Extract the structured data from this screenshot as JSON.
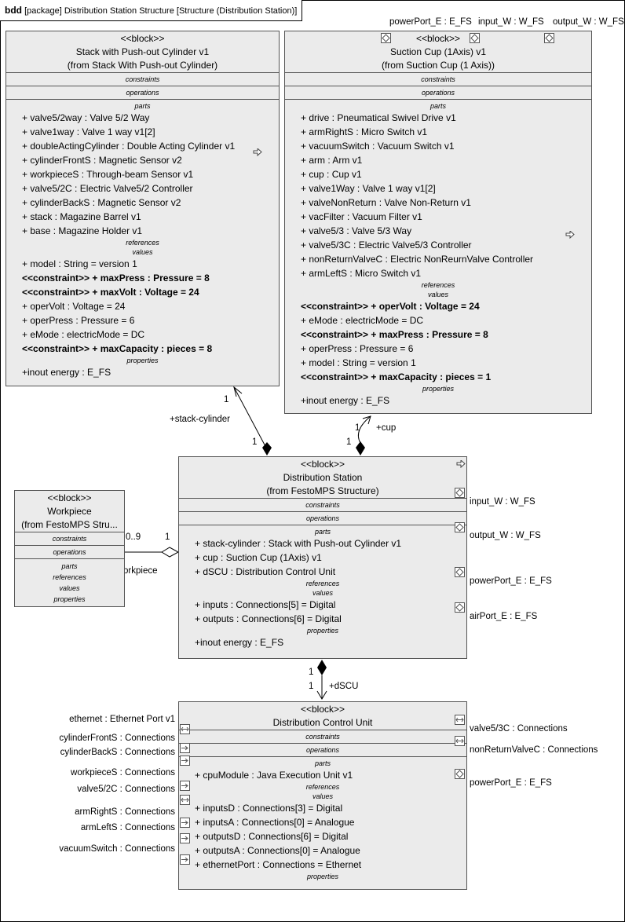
{
  "frame": {
    "kind": "bdd",
    "title": "[package] Distribution Station Structure [Structure (Distribution Station)]"
  },
  "labels": {
    "stereotype": "<<block>>",
    "constraints": "constraints",
    "operations": "operations",
    "parts": "parts",
    "references": "references",
    "values": "values",
    "properties": "properties"
  },
  "top_ports": {
    "power": "powerPort_E : E_FS",
    "input": "input_W : W_FS",
    "output": "output_W : W_FS"
  },
  "stack": {
    "name": "Stack with Push-out Cylinder v1",
    "from": "(from Stack With Push-out Cylinder)",
    "parts": [
      "+ valve5/2way : Valve 5/2 Way",
      "+ valve1way : Valve 1 way v1[2]",
      "+ doubleActingCylinder : Double Acting Cylinder v1",
      "+ cylinderFrontS : Magnetic Sensor v2",
      "+ workpieceS : Through-beam Sensor v1",
      "+ valve5/2C : Electric Valve5/2 Controller",
      "+ cylinderBackS : Magnetic Sensor v2",
      "+ stack : Magazine Barrel v1",
      "+ base : Magazine Holder v1"
    ],
    "values": [
      {
        "text": "+ model : String = version 1",
        "bold": false
      },
      {
        "text": "<<constraint>> + maxPress : Pressure = 8",
        "bold": true
      },
      {
        "text": "<<constraint>> + maxVolt : Voltage = 24",
        "bold": true
      },
      {
        "text": "+ operVolt : Voltage = 24",
        "bold": false
      },
      {
        "text": "+ operPress : Pressure = 6",
        "bold": false
      },
      {
        "text": "+ eMode : electricMode = DC",
        "bold": false
      },
      {
        "text": "<<constraint>> + maxCapacity : pieces = 8",
        "bold": true
      }
    ],
    "properties": [
      "+inout energy : E_FS"
    ]
  },
  "suction": {
    "name": "Suction Cup (1Axis) v1",
    "from": "(from Suction Cup (1 Axis))",
    "parts": [
      "+ drive : Pneumatical Swivel Drive v1",
      "+ armRightS : Micro Switch v1",
      "+ vacuumSwitch : Vacuum Switch v1",
      "+ arm : Arm v1",
      "+ cup : Cup v1",
      "+ valve1Way : Valve 1 way v1[2]",
      "+ valveNonReturn : Valve Non-Return v1",
      "+ vacFilter : Vacuum Filter v1",
      "+ valve5/3 : Valve 5/3 Way",
      "+ valve5/3C : Electric Valve5/3 Controller",
      "+ nonReturnValveC : Electric NonReurnValve Controller",
      "+ armLeftS : Micro Switch v1"
    ],
    "values": [
      {
        "text": "<<constraint>> + operVolt : Voltage = 24",
        "bold": true
      },
      {
        "text": "+ eMode : electricMode = DC",
        "bold": false
      },
      {
        "text": "<<constraint>> + maxPress : Pressure = 8",
        "bold": true
      },
      {
        "text": "+ operPress : Pressure = 6",
        "bold": false
      },
      {
        "text": "+ model : String = version 1",
        "bold": false
      },
      {
        "text": "<<constraint>> + maxCapacity : pieces = 1",
        "bold": true
      }
    ],
    "properties": [
      "+inout energy : E_FS"
    ]
  },
  "station": {
    "name": "Distribution Station",
    "from": "(from FestoMPS Structure)",
    "parts": [
      "+ stack-cylinder : Stack with Push-out Cylinder v1",
      "+ cup : Suction Cup (1Axis) v1",
      "+ dSCU : Distribution Control Unit"
    ],
    "values": [
      "+ inputs : Connections[5] = Digital",
      "+ outputs : Connections[6] = Digital"
    ],
    "properties": [
      "+inout energy : E_FS"
    ],
    "ports": {
      "input": "input_W : W_FS",
      "output": "output_W : W_FS",
      "power": "powerPort_E : E_FS",
      "air": "airPort_E : E_FS"
    }
  },
  "workpiece": {
    "name": "Workpiece",
    "from": "(from FestoMPS Stru..."
  },
  "dcu": {
    "name": "Distribution Control Unit",
    "parts": [
      "+ cpuModule : Java Execution Unit v1"
    ],
    "values": [
      "+ inputsD : Connections[3] = Digital",
      "+ inputsA : Connections[0] = Analogue",
      "+ outputsD : Connections[6] = Digital",
      "+ outputsA : Connections[0] = Analogue",
      "+ ethernetPort : Connections = Ethernet"
    ],
    "left_ports": [
      "ethernet : Ethernet Port v1",
      "cylinderFrontS : Connections",
      "cylinderBackS : Connections",
      "workpieceS : Connections",
      "valve5/2C : Connections",
      "armRightS : Connections",
      "armLeftS : Connections",
      "vacuumSwitch : Connections"
    ],
    "right_ports": [
      "valve5/3C : Connections",
      "nonReturnValveC : Connections",
      "powerPort_E : E_FS"
    ]
  },
  "associations": {
    "stack_cyl": {
      "role": "+stack-cylinder",
      "m_top": "1",
      "m_bottom": "1"
    },
    "cup": {
      "role": "+cup",
      "m_top": "1",
      "m_bottom": "1"
    },
    "workpiece": {
      "role": "+workpiece",
      "m_left": "0..9",
      "m_right": "1"
    },
    "dscu": {
      "role": "+dSCU",
      "m_top": "1",
      "m_bottom": "1"
    }
  }
}
